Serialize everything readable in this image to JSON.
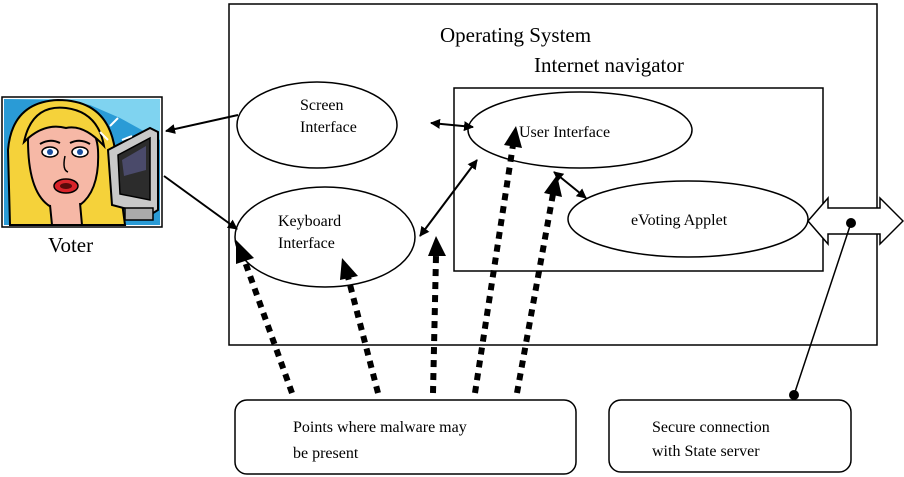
{
  "labels": {
    "operating_system": "Operating System",
    "internet_navigator": "Internet navigator",
    "screen_interface_line1": "Screen",
    "screen_interface_line2": "Interface",
    "keyboard_interface_line1": "Keyboard",
    "keyboard_interface_line2": "Interface",
    "user_interface": "User Interface",
    "evoting_applet": "eVoting Applet",
    "voter": "Voter",
    "malware_note_line1": "Points where malware may",
    "malware_note_line2": "be present",
    "secure_note_line1": "Secure connection",
    "secure_note_line2": "with State server"
  },
  "icons": {
    "voter": "voter-at-computer-icon"
  },
  "colors": {
    "stroke": "#000000",
    "background": "#ffffff",
    "skin": "#f6b8a6",
    "hair": "#f5d23a",
    "backdrop": "#2a9bd6"
  }
}
